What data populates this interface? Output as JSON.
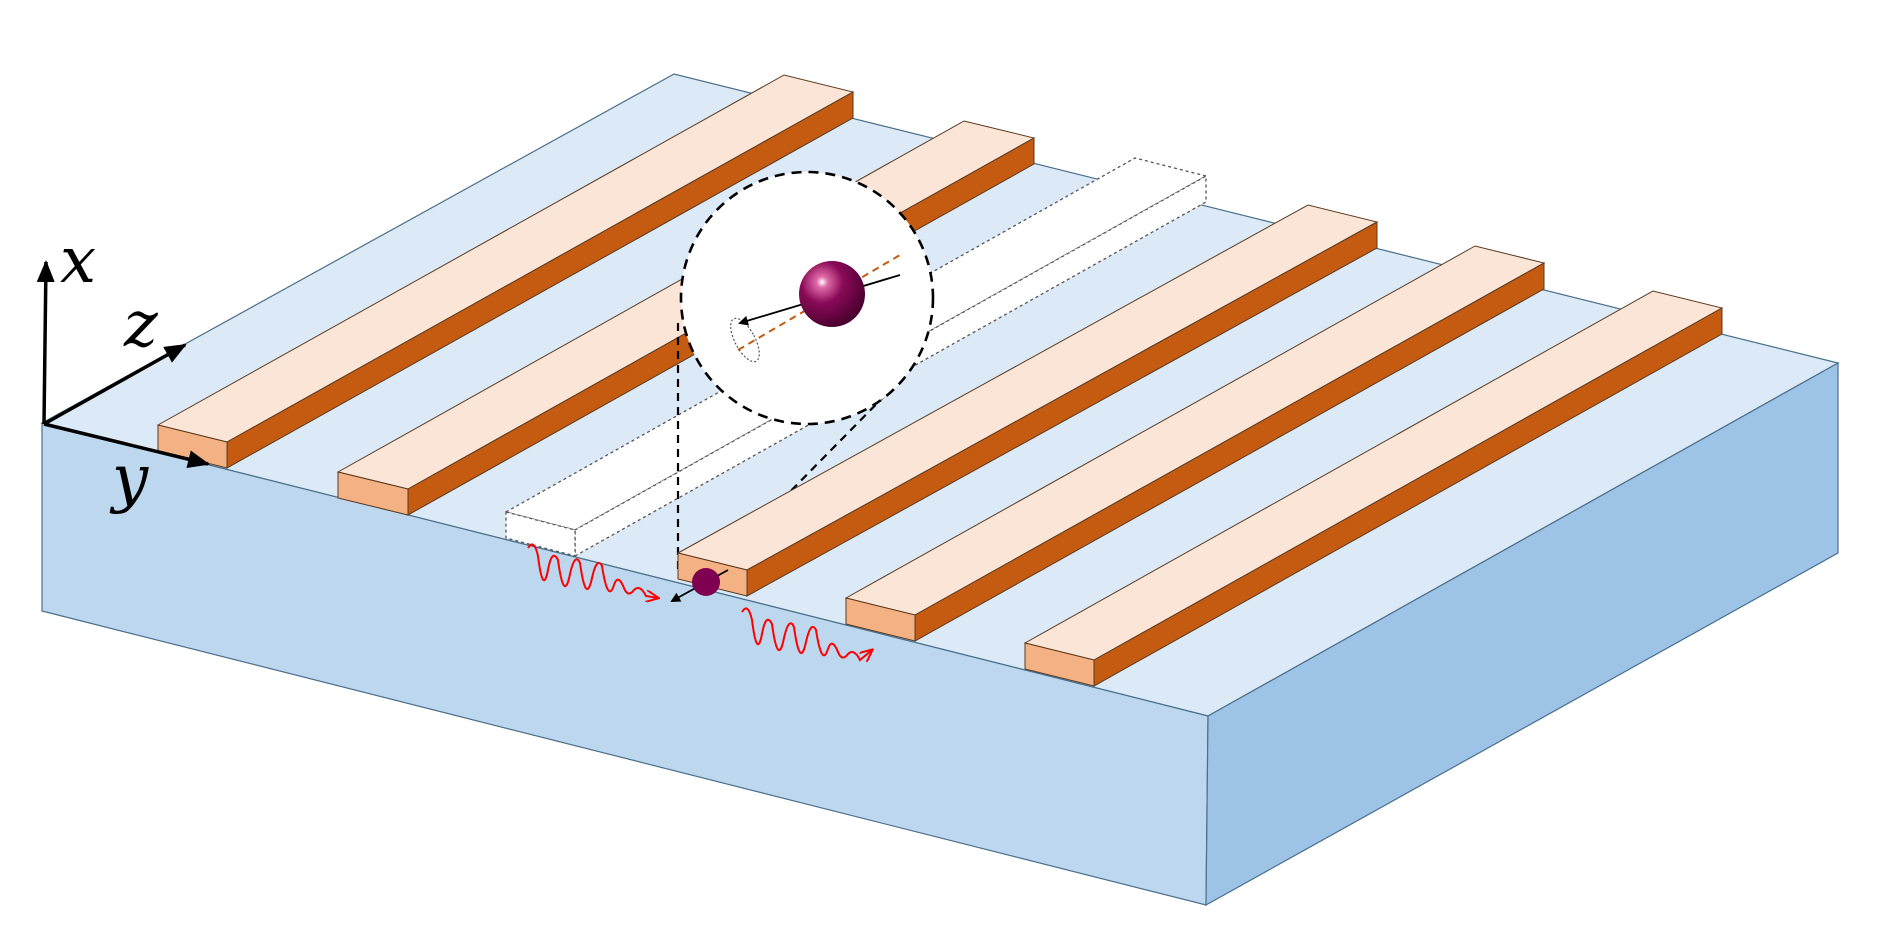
{
  "figure": {
    "axes": {
      "x": "x",
      "y": "y",
      "z": "z"
    },
    "colors": {
      "substrate_top": "#dce9f6",
      "substrate_front": "#bcd7ee",
      "substrate_right": "#9dc3e6",
      "strip_top": "#fbe5d6",
      "strip_side": "#c55a11",
      "strip_end": "#f4b183",
      "particle": "#7f0050",
      "wave": "#ff0000",
      "dipole_axis": "#c55a11"
    },
    "strip_count": 6,
    "missing_strip_count": 1,
    "particle_count": 1,
    "icons": [
      "particle-icon",
      "wave-icon",
      "magnifier-circle"
    ]
  }
}
